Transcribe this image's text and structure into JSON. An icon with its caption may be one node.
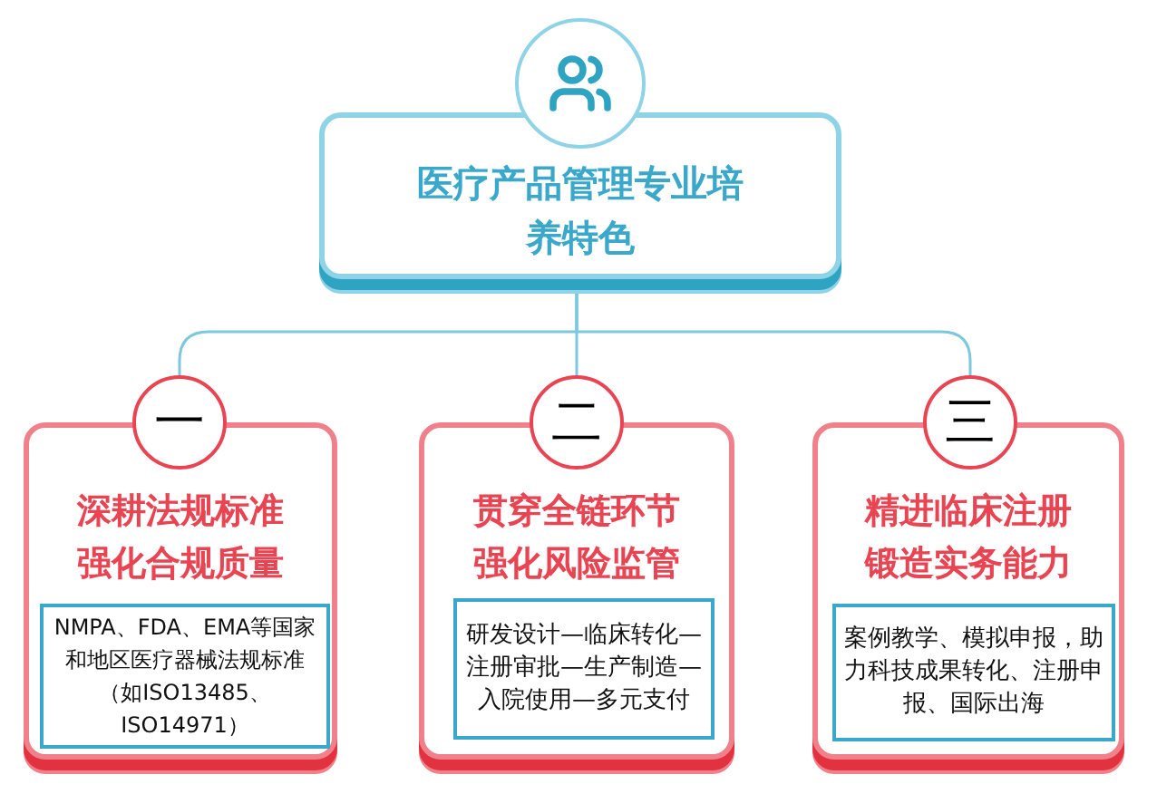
{
  "diagram": {
    "nodes": [
      {
        "text": [
          "医疗产品管理专业培养特色"
        ]
      },
      {
        "text": [
          "深耕法规标准强化合规质量"
        ]
      },
      {
        "text": [
          "一"
        ]
      },
      {
        "text": [
          "NMPA、FDA、EMA等国家和地区医疗器械法规标准（如ISO13485、ISO14971）"
        ],
        "in": 1
      },
      {
        "text": [
          "贯穿全链环节强化风险监管"
        ]
      },
      {
        "text": [
          "二"
        ]
      },
      {
        "text": [
          "研发设计—临床转化—注册审批—生产制造—入院使用—多元支付"
        ],
        "in": 4
      },
      {
        "text": [
          "精进临床注册锻造实务能力"
        ]
      },
      {
        "text": [
          "三"
        ]
      },
      {
        "text": [
          "案例教学、模拟申报，助力科技成果转化、注册申报、国际出海"
        ],
        "in": 7
      }
    ],
    "edges": [
      {
        "from": 0,
        "to": 2,
        "arrow": "none"
      },
      {
        "from": 0,
        "to": 5,
        "arrow": "none"
      },
      {
        "from": 0,
        "to": 8,
        "arrow": "none"
      }
    ]
  }
}
